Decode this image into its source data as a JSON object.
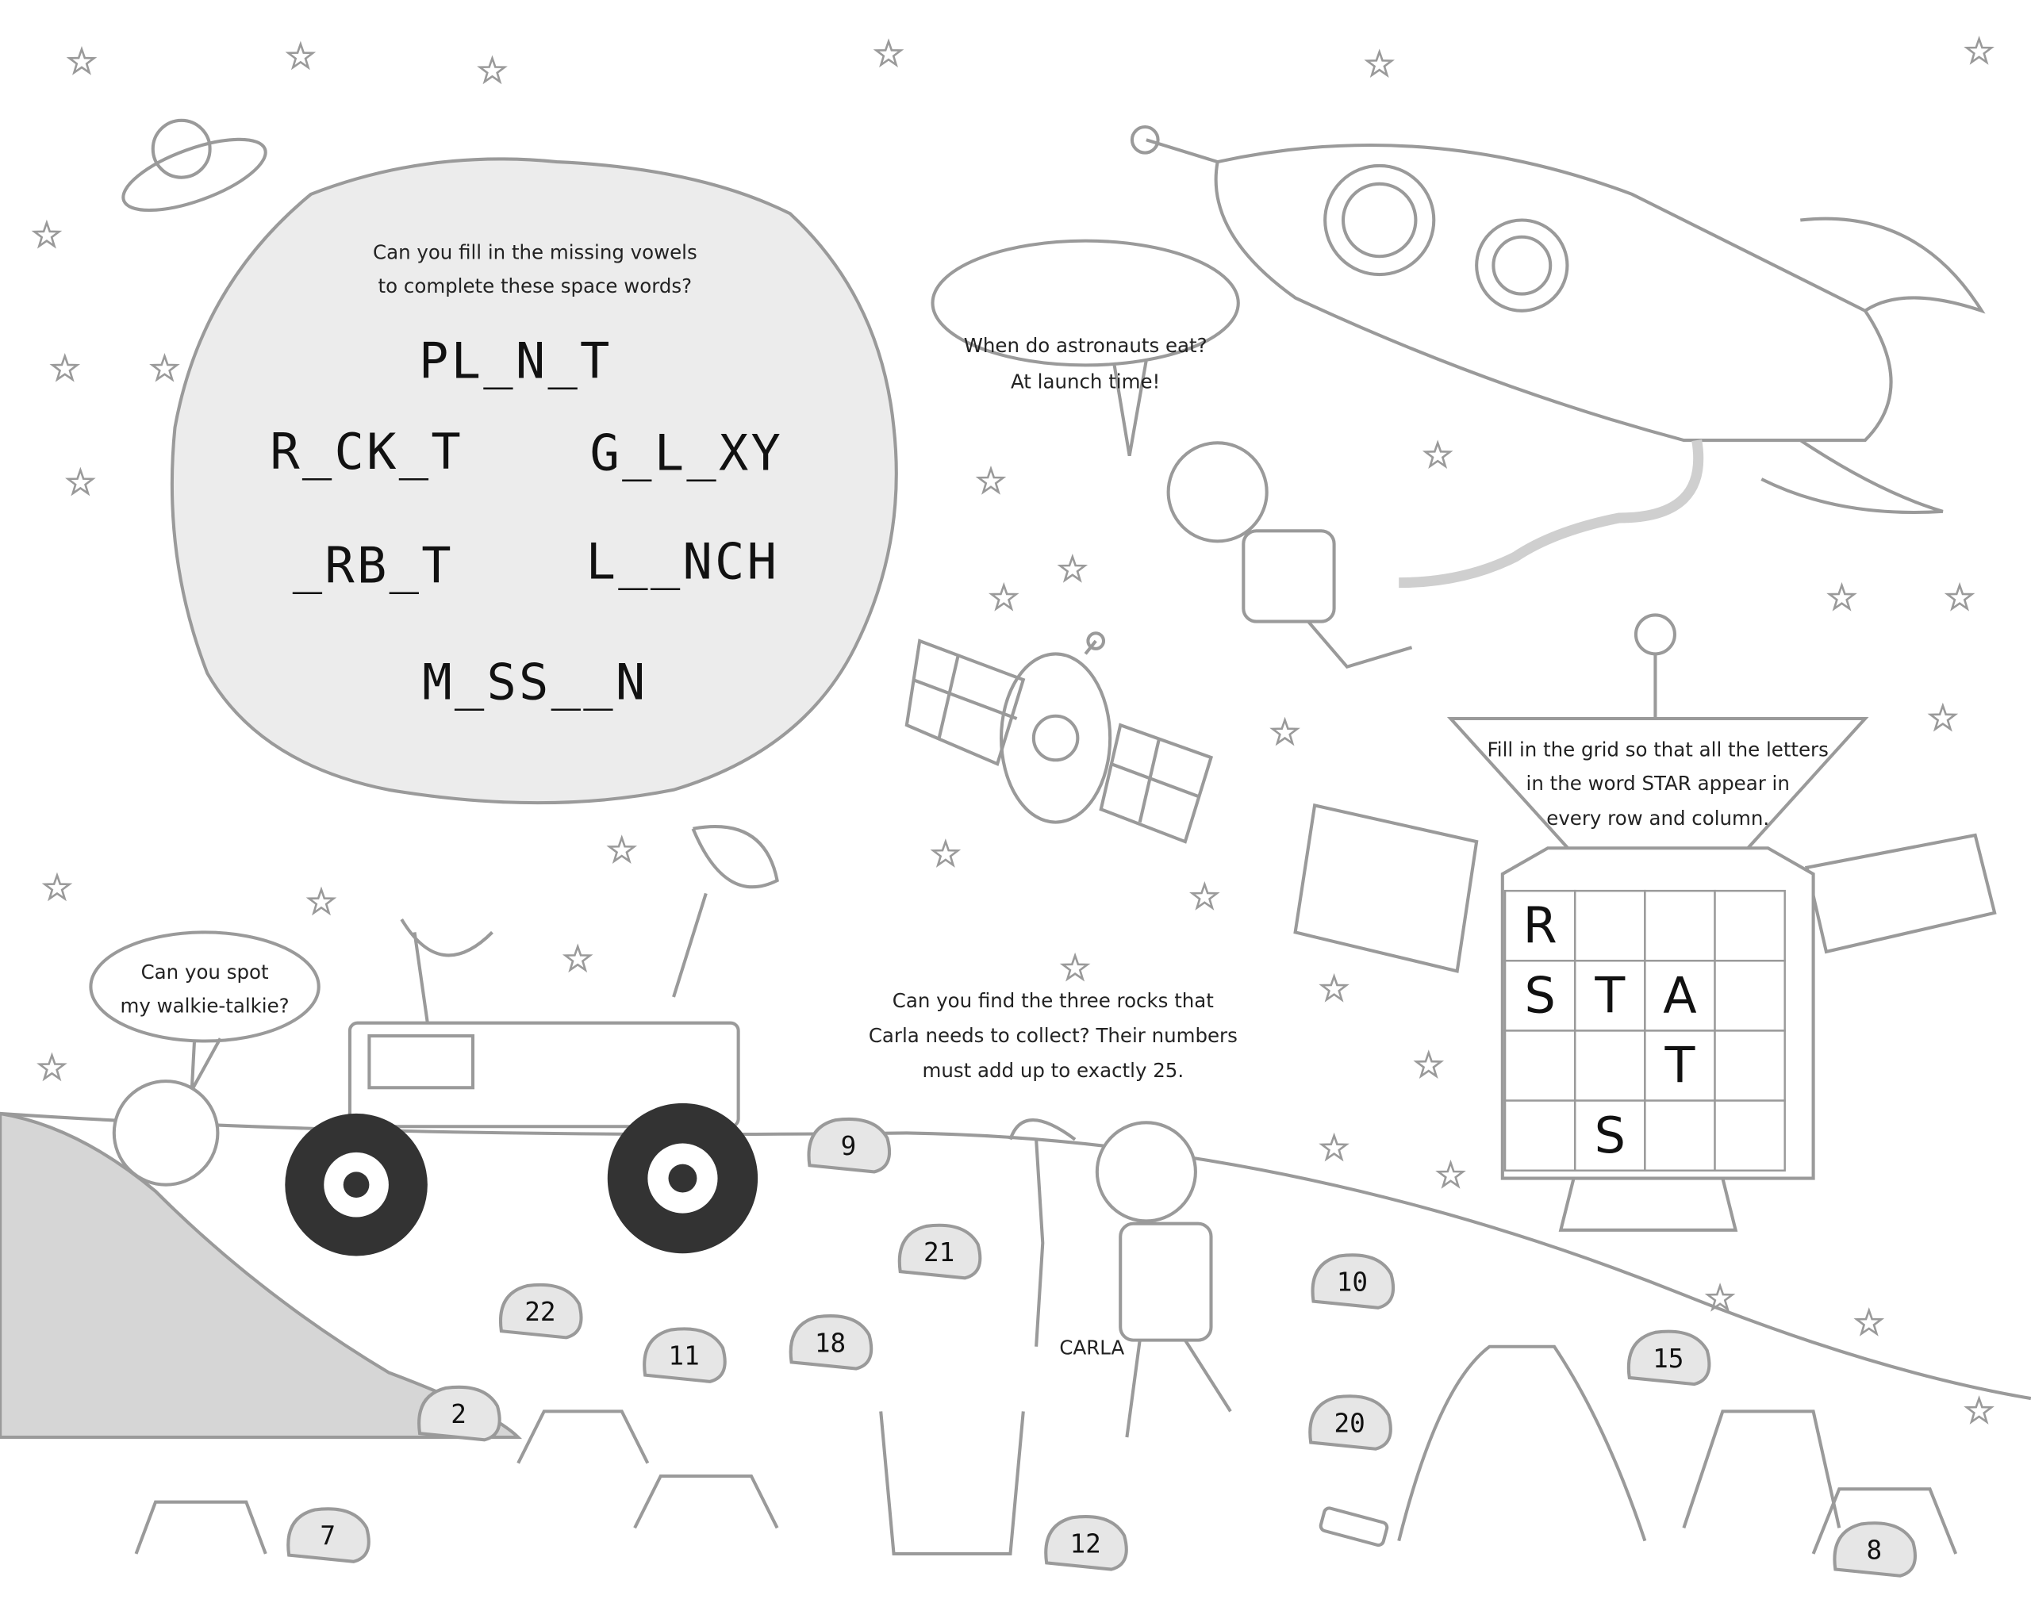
{
  "vowel_puzzle": {
    "prompt_line1": "Can you fill in the missing vowels",
    "prompt_line2": "to complete these space words?",
    "words": [
      "PL_N_T",
      "R_CK_T",
      "G_L_XY",
      "_RB_T",
      "L__NCH",
      "M_SS__N"
    ]
  },
  "joke_bubble": {
    "line1": "When do astronauts eat?",
    "line2": "At launch time!"
  },
  "walkie_bubble": {
    "line1": "Can you spot",
    "line2": "my walkie-talkie?"
  },
  "grid_puzzle": {
    "prompt_line1": "Fill in the grid so that all the letters",
    "prompt_line2": "in the word STAR appear in",
    "prompt_line3": "every row and column.",
    "cells": [
      [
        "R",
        "",
        "",
        ""
      ],
      [
        "S",
        "T",
        "A",
        ""
      ],
      [
        "",
        "",
        "T",
        ""
      ],
      [
        "",
        "S",
        "",
        ""
      ]
    ]
  },
  "rock_puzzle": {
    "prompt_line1": "Can you find the three rocks that",
    "prompt_line2": "Carla needs to collect? Their numbers",
    "prompt_line3": "must add up to exactly 25.",
    "astronaut_name": "CARLA",
    "rocks": [
      "9",
      "21",
      "22",
      "11",
      "18",
      "2",
      "7",
      "12",
      "10",
      "20",
      "15",
      "8"
    ]
  }
}
